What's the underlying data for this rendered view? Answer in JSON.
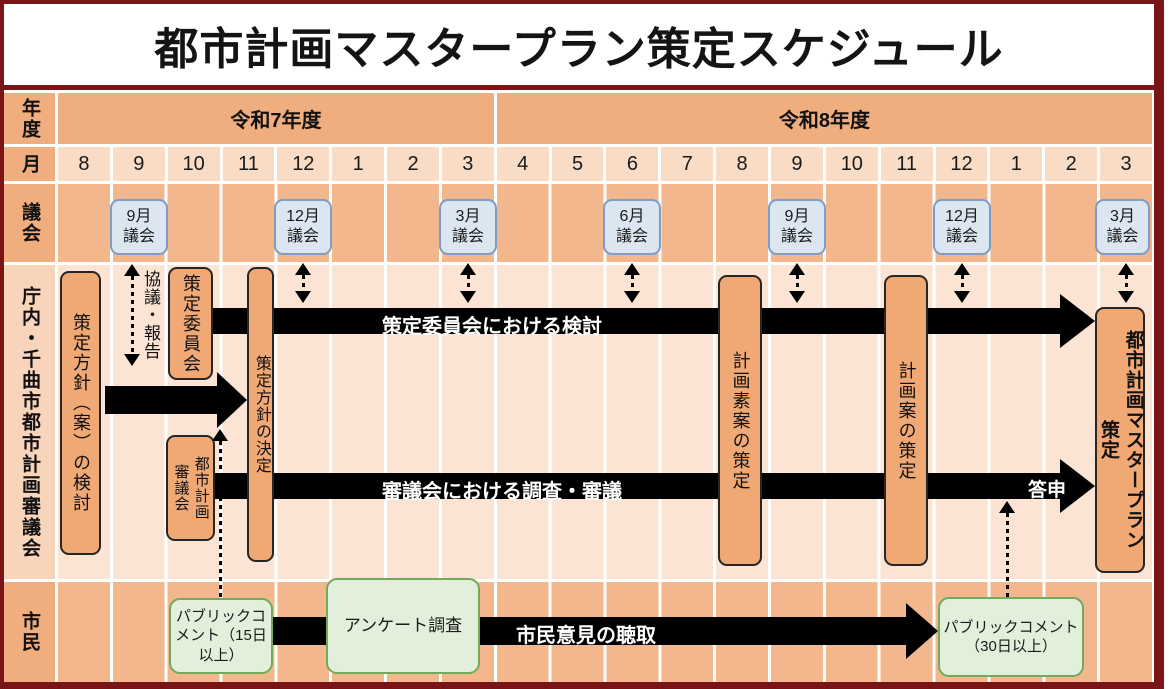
{
  "title": "都市計画マスタープラン策定スケジュール",
  "row_labels": {
    "year": "年度",
    "month": "月",
    "assembly": "議会",
    "internal": "庁内・千曲市都市計画審議会",
    "citizen": "市民"
  },
  "fiscal_years": [
    {
      "label": "令和7年度",
      "span_months": 8
    },
    {
      "label": "令和8年度",
      "span_months": 12
    }
  ],
  "months": [
    "8",
    "9",
    "10",
    "11",
    "12",
    "1",
    "2",
    "3",
    "4",
    "5",
    "6",
    "7",
    "8",
    "9",
    "10",
    "11",
    "12",
    "1",
    "2",
    "3"
  ],
  "assembly_sessions": [
    {
      "month": "9月",
      "suffix": "議会"
    },
    {
      "month": "12月",
      "suffix": "議会"
    },
    {
      "month": "3月",
      "suffix": "議会"
    },
    {
      "month": "6月",
      "suffix": "議会"
    },
    {
      "month": "9月",
      "suffix": "議会"
    },
    {
      "month": "12月",
      "suffix": "議会"
    },
    {
      "month": "3月",
      "suffix": "議会"
    }
  ],
  "process_boxes": {
    "draft_policy": "策定方針（案）の検討",
    "committee": "策定委員会",
    "policy_decision": "策定方針の決定",
    "council_line1": "都市計画",
    "council_line2": "審議会",
    "plan_draft": "計画素案の策定",
    "plan_proposal": "計画案の策定",
    "final_main": "都市計画マスタープラン",
    "final_sub": "策定"
  },
  "flow_bars": {
    "committee_review": "策定委員会における検討",
    "council_deliberation": "審議会における調査・審議",
    "citizen_opinion": "市民意見の聴取",
    "reply": "答申",
    "consult_report": "協議・報告"
  },
  "citizen_boxes": {
    "public_comment_15": "パブリックコメント（15日以上）",
    "survey": "アンケート調査",
    "public_comment_30": "パブリックコメント（30日以上）"
  },
  "colors": {
    "frame_border": "#7A1517",
    "header_orange": "#F0AD7E",
    "assembly_row_orange": "#F2B78D",
    "month_cell_peach": "#F8DCC6",
    "body_cell_peach": "#FBE4D3",
    "internal_label_peach": "#F8D4BB",
    "assembly_box_fill": "#DCE6F1",
    "assembly_box_border": "#7E9CC8",
    "process_box_fill": "#F0A875",
    "citizen_box_fill": "#E2EFDA",
    "citizen_box_border": "#74A85B",
    "flow_black": "#000000"
  }
}
